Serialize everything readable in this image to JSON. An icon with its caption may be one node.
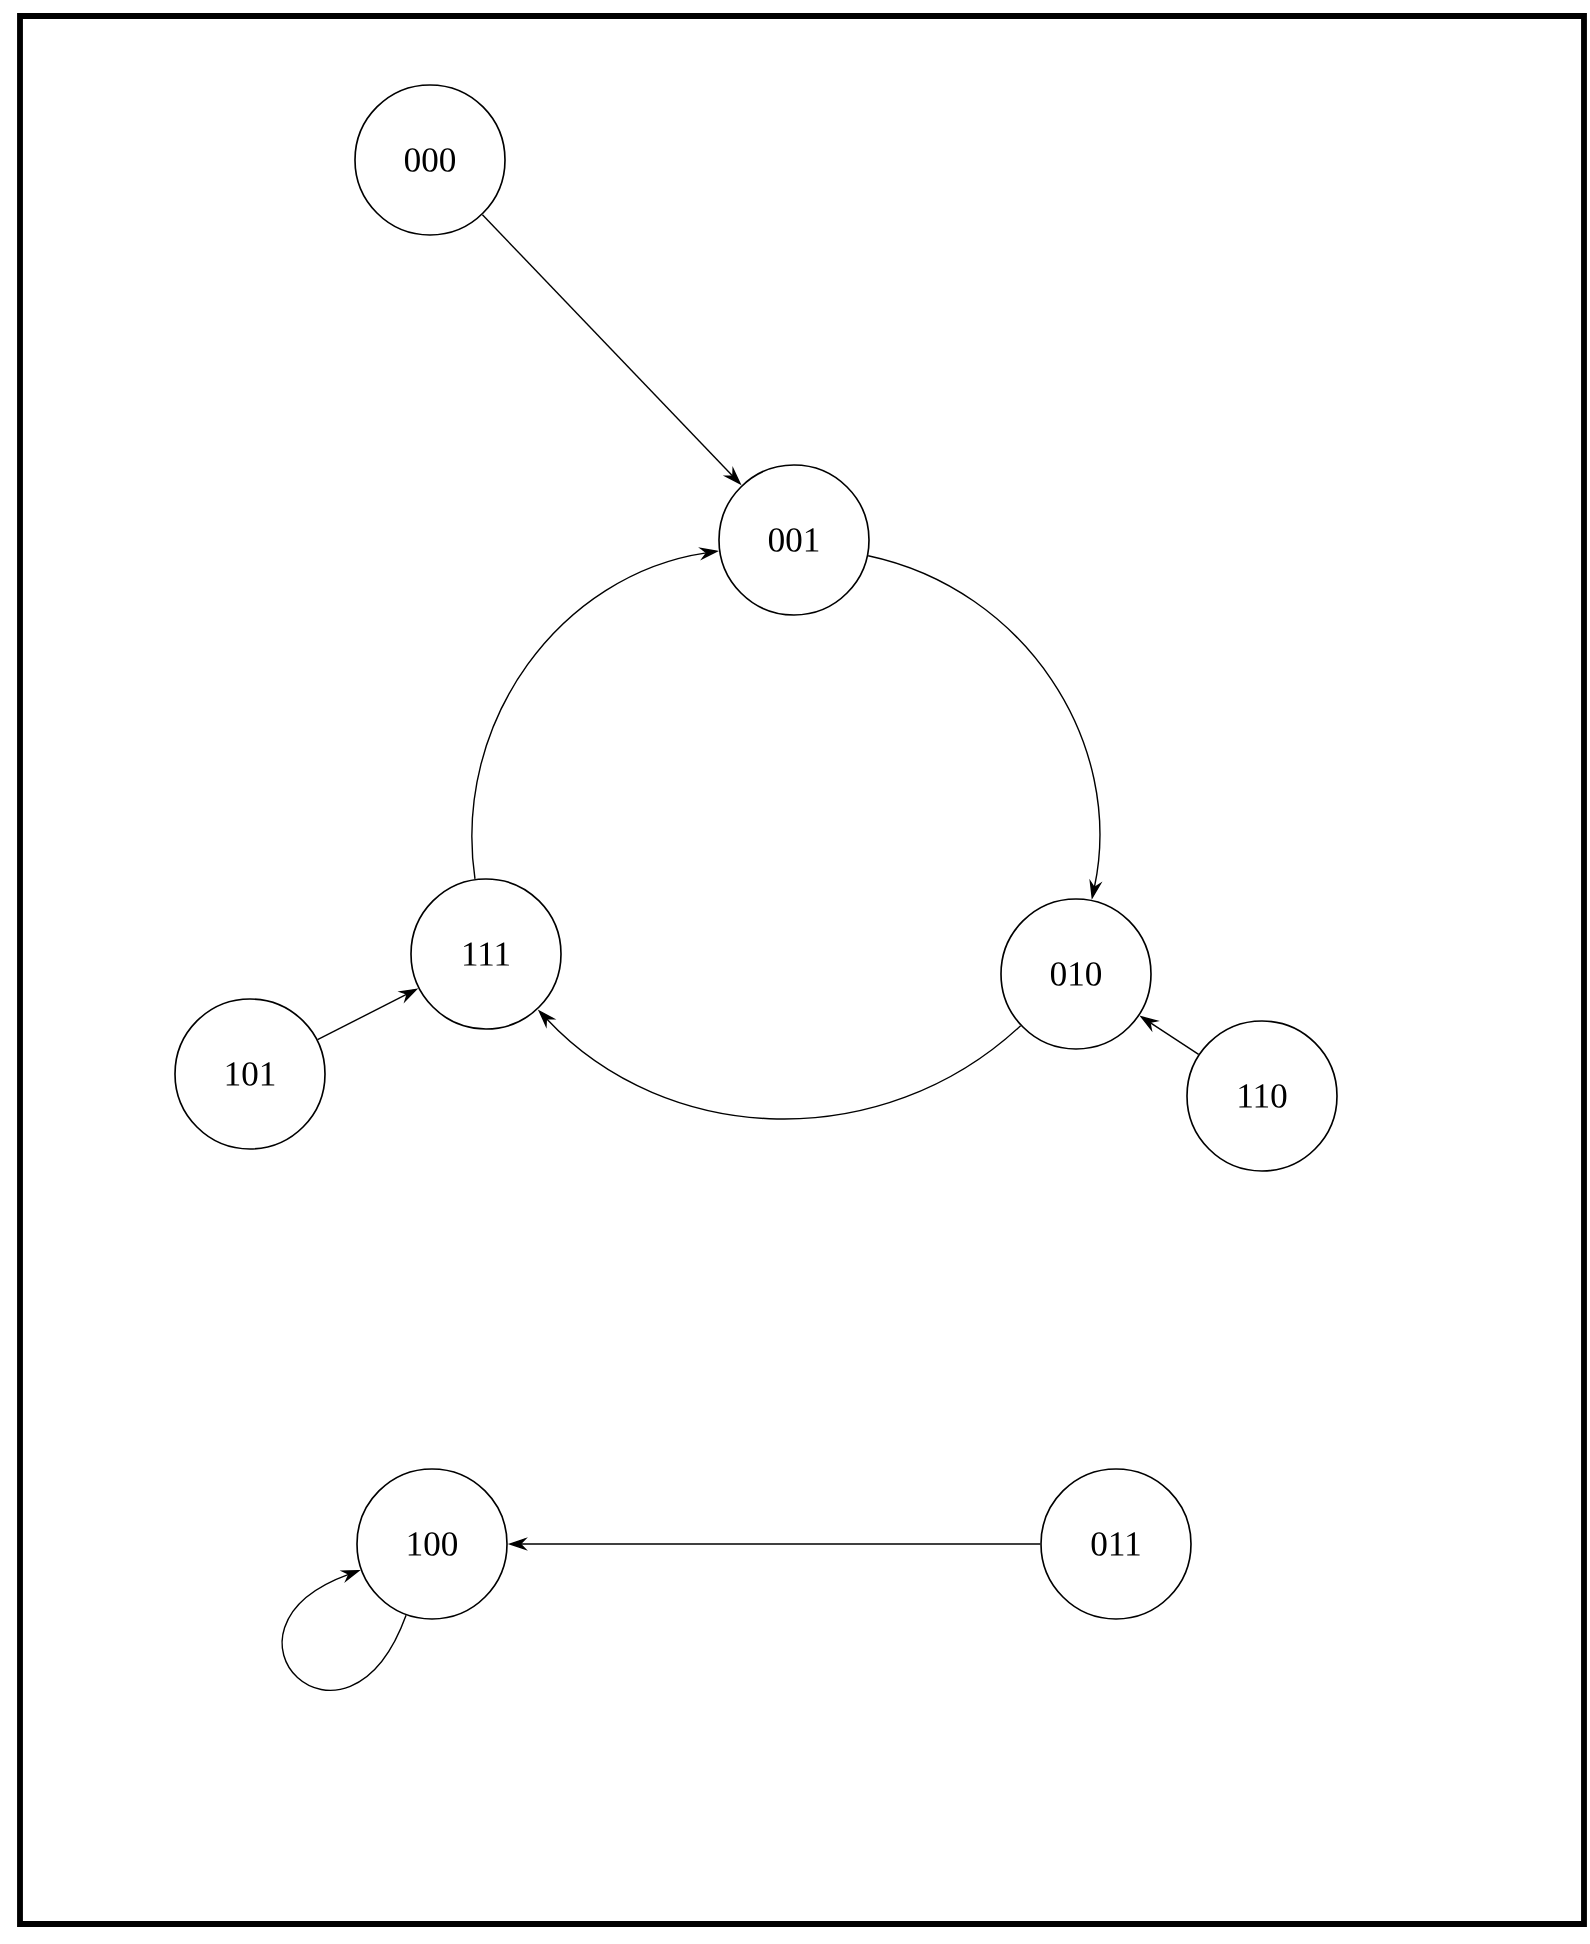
{
  "diagram": {
    "nodes": [
      {
        "text": [
          "000"
        ]
      },
      {
        "text": [
          "001"
        ]
      },
      {
        "text": [
          "111"
        ]
      },
      {
        "text": [
          "010"
        ]
      },
      {
        "text": [
          "101"
        ]
      },
      {
        "text": [
          "110"
        ]
      },
      {
        "text": [
          "100"
        ]
      },
      {
        "text": [
          "011"
        ]
      }
    ],
    "edges": [
      {
        "from": 0,
        "to": 1,
        "arrow": "to"
      },
      {
        "from": 1,
        "to": 3,
        "arrow": "to"
      },
      {
        "from": 3,
        "to": 2,
        "arrow": "to"
      },
      {
        "from": 2,
        "to": 1,
        "arrow": "to"
      },
      {
        "from": 4,
        "to": 2,
        "arrow": "to"
      },
      {
        "from": 5,
        "to": 3,
        "arrow": "to"
      },
      {
        "from": 7,
        "to": 6,
        "arrow": "to"
      },
      {
        "from": 6,
        "to": 6,
        "arrow": "to"
      }
    ]
  }
}
